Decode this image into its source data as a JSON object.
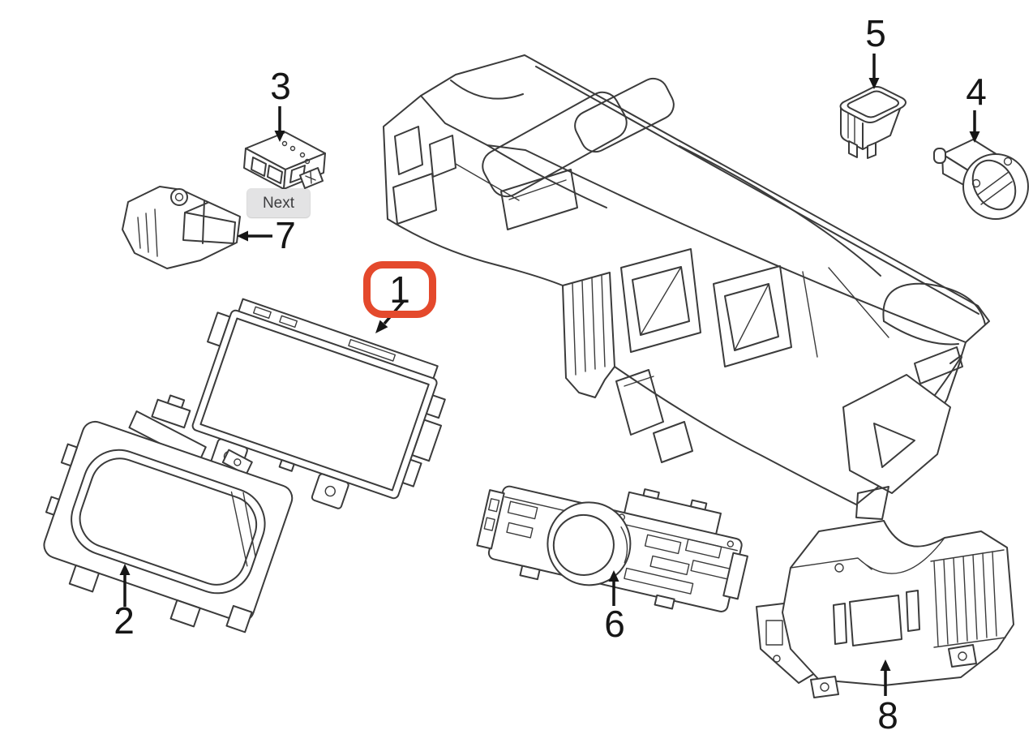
{
  "app": {
    "background": "#ffffff"
  },
  "diagram": {
    "type": "exploded-parts-line-art",
    "subject": "vehicle instrument panel and dashboard components",
    "line_color": "#3b3b3b",
    "annotation_color": "#161616"
  },
  "highlight": {
    "part_number": "1",
    "color": "#e4492c"
  },
  "tooltip": {
    "label": "Next",
    "background": "#e3e3e4",
    "text_color": "#3d3d3f"
  },
  "callouts": [
    {
      "number": "1",
      "highlighted": true
    },
    {
      "number": "2",
      "highlighted": false
    },
    {
      "number": "3",
      "highlighted": false
    },
    {
      "number": "4",
      "highlighted": false
    },
    {
      "number": "5",
      "highlighted": false
    },
    {
      "number": "6",
      "highlighted": false
    },
    {
      "number": "7",
      "highlighted": false
    },
    {
      "number": "8",
      "highlighted": false
    }
  ]
}
